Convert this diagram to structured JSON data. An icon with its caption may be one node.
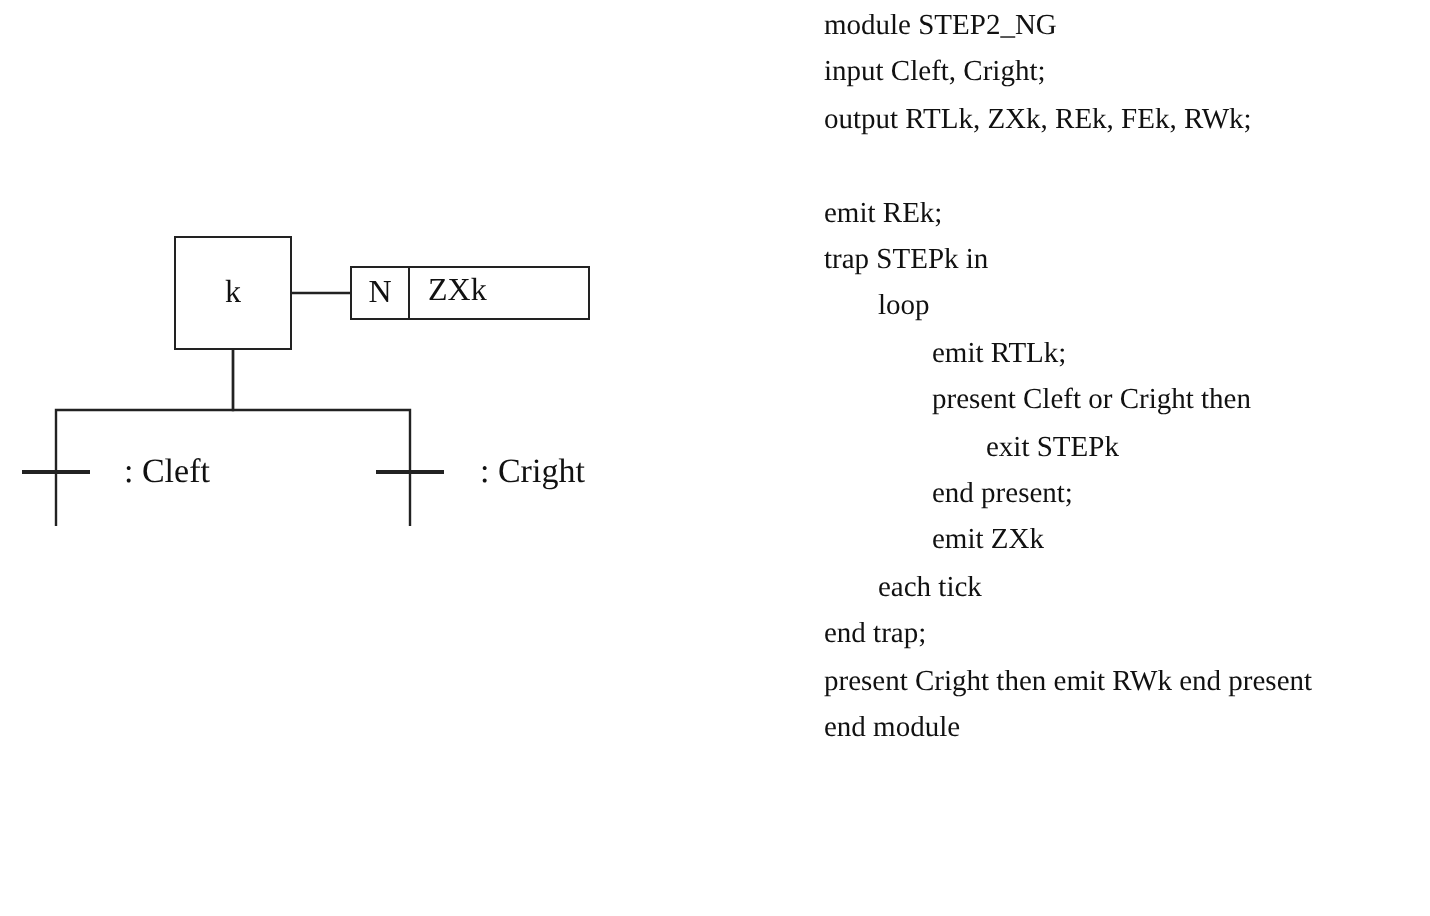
{
  "diagram": {
    "nodes": [
      {
        "text": [
          "k"
        ]
      },
      {
        "text": [
          "N",
          "ZXk"
        ]
      },
      {
        "text": [],
        "shape": "bar",
        "beside": [
          ": Cleft"
        ]
      },
      {
        "text": [],
        "shape": "bar",
        "beside": [
          ": Cright"
        ]
      }
    ],
    "edges": [
      {
        "from": 0,
        "to": 1,
        "arrow": "none"
      },
      {
        "from": 0,
        "to": 2,
        "arrow": "none"
      },
      {
        "from": 0,
        "to": 3,
        "arrow": "none"
      },
      {
        "from": 2,
        "to": null,
        "arrow": "none"
      },
      {
        "from": 3,
        "to": null,
        "arrow": "none"
      }
    ],
    "labels": [
      "module STEP2_NG",
      "input Cleft, Cright;",
      "output RTLk, ZXk, REk, FEk, RWk;",
      "emit REk;",
      "trap STEPk in",
      "loop",
      "emit RTLk;",
      "present Cleft or Cright then",
      "exit STEPk",
      "end present;",
      "emit ZXk",
      "each tick",
      "end trap;",
      "present Cright then emit RWk end present",
      "end module"
    ]
  }
}
